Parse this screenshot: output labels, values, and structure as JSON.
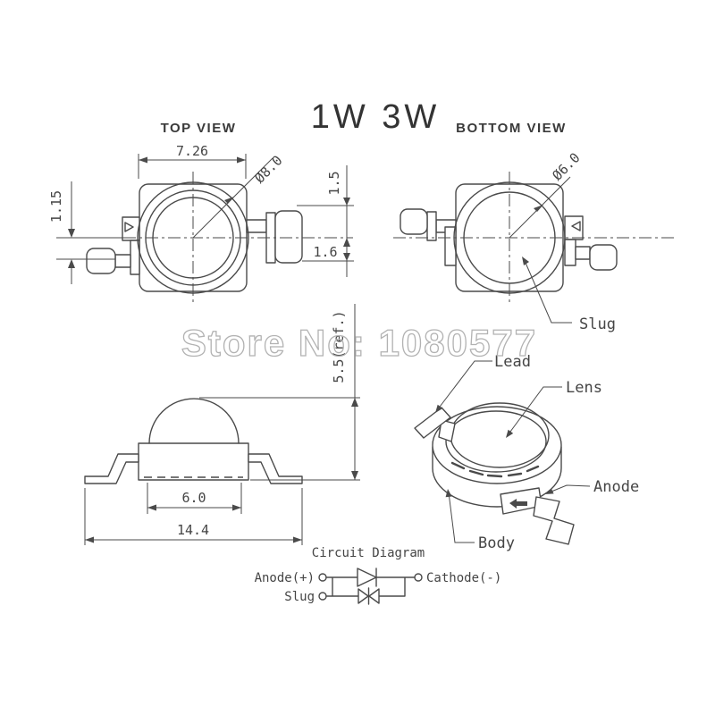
{
  "title": "1W 3W",
  "watermark": {
    "text": "Store No: 1080577"
  },
  "top_view": {
    "label": "TOP VIEW",
    "dim_width": "7.26",
    "dim_diameter": "Ø8.0",
    "dim_lead_offset": "1.15",
    "dim_lead_top": "1.5",
    "dim_lead_bottom": "1.6"
  },
  "bottom_view": {
    "label": "BOTTOM VIEW",
    "dim_slug_diameter": "Ø6.0",
    "slug_label": "Slug"
  },
  "side_view": {
    "dim_height": "5.5(ref.)",
    "dim_base_width": "6.0",
    "dim_overall_width": "14.4"
  },
  "perspective_view": {
    "lead_label": "Lead",
    "lens_label": "Lens",
    "anode_label": "Anode",
    "body_label": "Body"
  },
  "circuit": {
    "title": "Circuit Diagram",
    "anode_label": "Anode(+)",
    "slug_label": "Slug",
    "cathode_label": "Cathode(-)"
  },
  "colors": {
    "line": "#4a4a4a",
    "text": "#454545",
    "watermark": "#b2b2b2",
    "background": "#ffffff"
  }
}
